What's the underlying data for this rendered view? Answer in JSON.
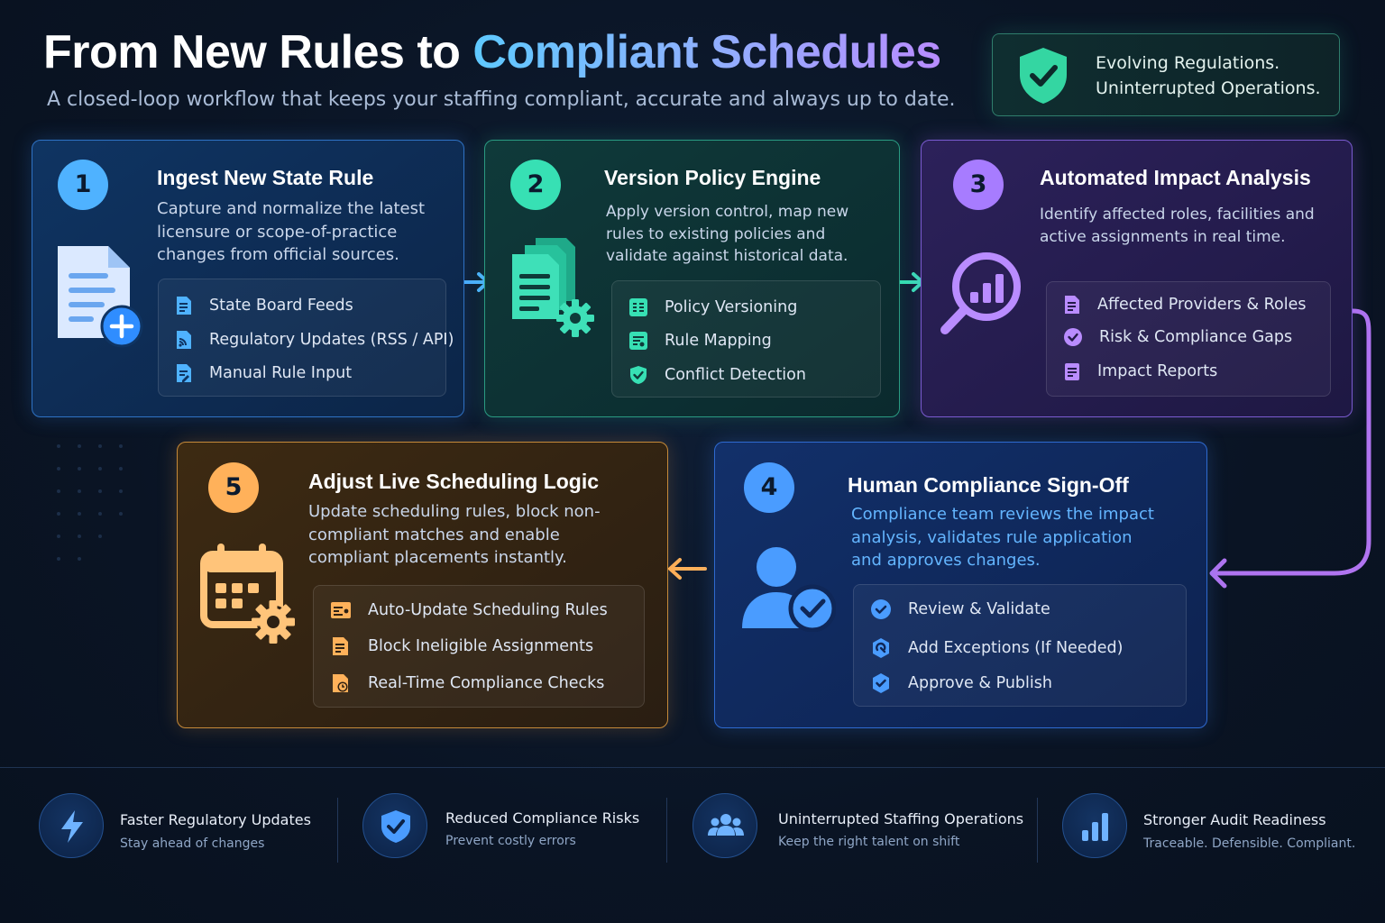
{
  "header": {
    "title_part1": "From New Rules to ",
    "title_part2": "Compliant Schedules",
    "subtitle": "A closed-loop workflow that keeps your staffing compliant, accurate and always up to date.",
    "banner_line1": "Evolving Regulations.",
    "banner_line2": "Uninterrupted Operations."
  },
  "steps": [
    {
      "number": "1",
      "title": "Ingest New State Rule",
      "description": "Capture and normalize the latest licensure or scope-of-practice changes from official sources.",
      "items": [
        "State Board Feeds",
        "Regulatory Updates (RSS / API)",
        "Manual Rule Input"
      ],
      "color": "#4fb2ff"
    },
    {
      "number": "2",
      "title": "Version Policy Engine",
      "description": "Apply version control, map new rules to existing policies and validate against historical data.",
      "items": [
        "Policy Versioning",
        "Rule Mapping",
        "Conflict Detection"
      ],
      "color": "#37e0b4"
    },
    {
      "number": "3",
      "title": "Automated Impact Analysis",
      "description": "Identify affected roles, facilities and active assignments in real time.",
      "items": [
        "Affected Providers & Roles",
        "Risk & Compliance Gaps",
        "Impact Reports"
      ],
      "color": "#a77cff"
    },
    {
      "number": "4",
      "title": "Human Compliance Sign-Off",
      "description": "Compliance team reviews the impact analysis, validates rule application and approves changes.",
      "items": [
        "Review & Validate",
        "Add Exceptions (If Needed)",
        "Approve & Publish"
      ],
      "color": "#4a9cff"
    },
    {
      "number": "5",
      "title": "Adjust Live Scheduling Logic",
      "description": "Update scheduling rules, block non-compliant matches and enable compliant placements instantly.",
      "items": [
        "Auto-Update Scheduling Rules",
        "Block Ineligible Assignments",
        "Real-Time Compliance Checks"
      ],
      "color": "#ffb15a"
    }
  ],
  "benefits": [
    {
      "title": "Faster Regulatory Updates",
      "subtitle": "Stay ahead of changes",
      "icon": "lightning-icon"
    },
    {
      "title": "Reduced Compliance Risks",
      "subtitle": "Prevent costly errors",
      "icon": "shield-check-icon"
    },
    {
      "title": "Uninterrupted Staffing Operations",
      "subtitle": "Keep the right talent on shift",
      "icon": "team-icon"
    },
    {
      "title": "Stronger Audit Readiness",
      "subtitle": "Traceable. Defensible. Compliant.",
      "icon": "bar-chart-icon"
    }
  ]
}
